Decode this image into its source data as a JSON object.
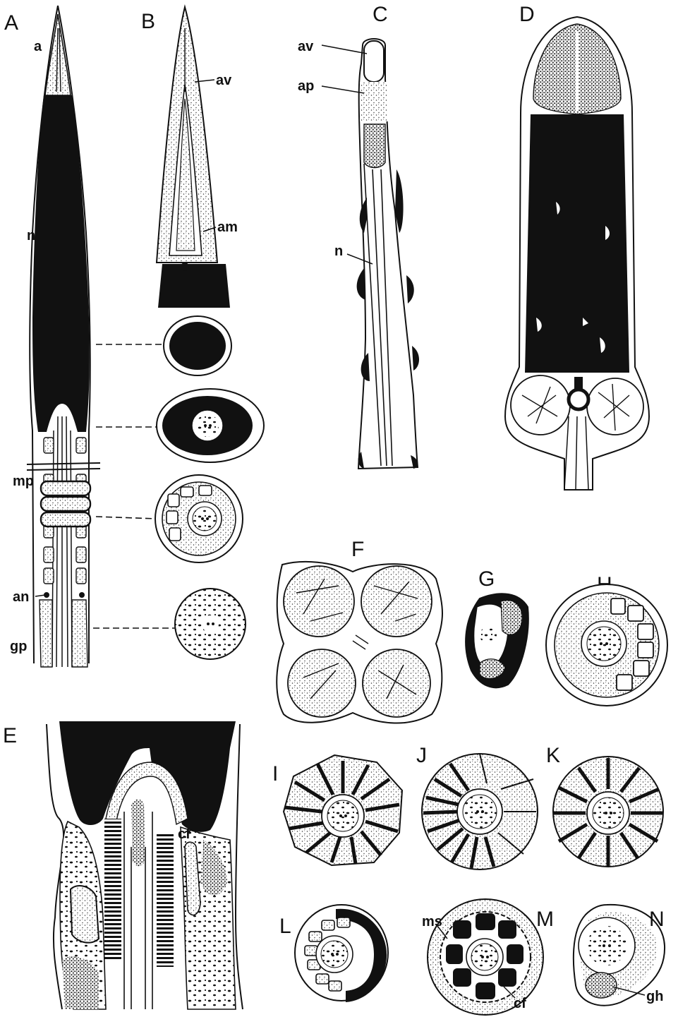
{
  "figure": {
    "panels": {
      "A": "A",
      "B": "B",
      "C": "C",
      "D": "D",
      "E": "E",
      "F": "F",
      "G": "G",
      "H": "H",
      "I": "I",
      "J": "J",
      "K": "K",
      "L": "L",
      "M": "M",
      "N": "N"
    },
    "labels": {
      "a": "a",
      "n": "n",
      "mp": "mp",
      "an": "an",
      "gp": "gp",
      "av_b": "av",
      "am": "am",
      "av_c": "av",
      "ap": "ap",
      "n_c": "n",
      "cf_e": "cf",
      "ms": "ms",
      "cf_m": "cf",
      "gh": "gh"
    },
    "colors": {
      "ink": "#111111",
      "paper": "#ffffff",
      "stipple": "#444444"
    }
  }
}
